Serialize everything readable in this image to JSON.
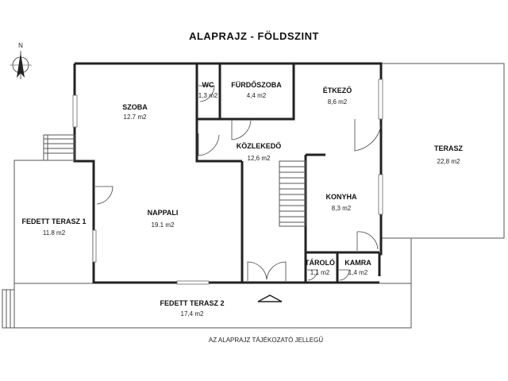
{
  "plan": {
    "title": "ALAPRAJZ - FÖLDSZINT",
    "footer": "AZ ALAPRAJZ TÁJÉKOZATÓ JELLEGŰ",
    "compass_label": "N"
  },
  "rooms": [
    {
      "id": "szoba",
      "name": "SZOBA",
      "area": "12.7 m2"
    },
    {
      "id": "wc",
      "name": "WC",
      "area": "1,3 m2"
    },
    {
      "id": "furdoszoba",
      "name": "FÜRDŐSZOBA",
      "area": "4,4 m2"
    },
    {
      "id": "etkezo",
      "name": "ÉTKEZŐ",
      "area": "8,6 m2"
    },
    {
      "id": "terasz",
      "name": "TERASZ",
      "area": "22,8 m2"
    },
    {
      "id": "kozlekedo",
      "name": "KÖZLEKEDŐ",
      "area": "12,6 m2"
    },
    {
      "id": "konyha",
      "name": "KONYHA",
      "area": "8,3 m2"
    },
    {
      "id": "nappali",
      "name": "NAPPALI",
      "area": "19.1 m2"
    },
    {
      "id": "fedett1",
      "name": "FEDETT TERASZ 1",
      "area": "11.8 m2"
    },
    {
      "id": "tarolo",
      "name": "TÁROLÓ",
      "area": "1,1 m2"
    },
    {
      "id": "kamra",
      "name": "KAMRA",
      "area": "1,4 m2"
    },
    {
      "id": "fedett2",
      "name": "FEDETT TERASZ 2",
      "area": "17,4 m2"
    }
  ]
}
